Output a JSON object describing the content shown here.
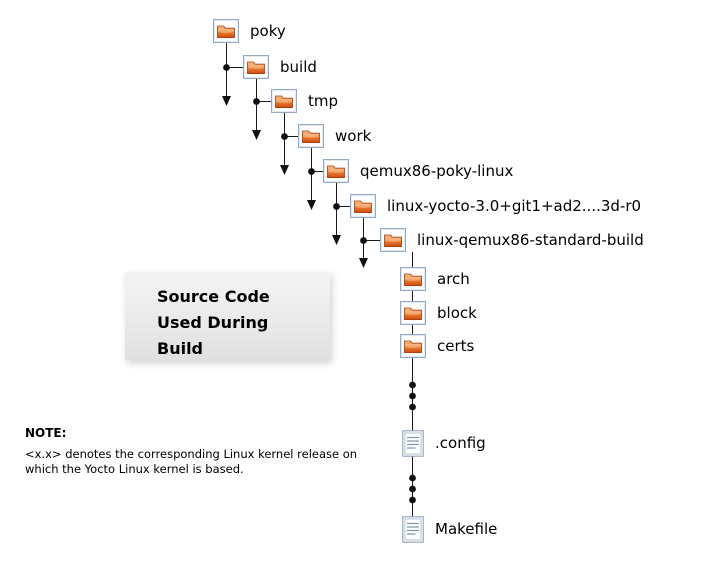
{
  "tree": {
    "nodes": [
      {
        "label": "poky",
        "type": "folder"
      },
      {
        "label": "build",
        "type": "folder"
      },
      {
        "label": "tmp",
        "type": "folder"
      },
      {
        "label": "work",
        "type": "folder"
      },
      {
        "label": "qemux86-poky-linux",
        "type": "folder"
      },
      {
        "label": "linux-yocto-3.0+git1+ad2....3d-r0",
        "type": "folder"
      },
      {
        "label": "linux-qemux86-standard-build",
        "type": "folder"
      },
      {
        "label": "arch",
        "type": "folder"
      },
      {
        "label": "block",
        "type": "folder"
      },
      {
        "label": "certs",
        "type": "folder"
      },
      {
        "label": ".config",
        "type": "file"
      },
      {
        "label": "Makefile",
        "type": "file"
      }
    ]
  },
  "callout": {
    "lines": [
      "Source Code",
      "Used During",
      "Build"
    ]
  },
  "note": {
    "title": "NOTE:",
    "line1": "<x.x> denotes the corresponding Linux kernel release on",
    "line2": "which the Yocto Linux kernel is based."
  },
  "icons": {
    "folder": "folder-icon",
    "file": "file-icon"
  },
  "colors": {
    "folder_orange": "#ef8632",
    "folder_dark": "#cf4a12",
    "icon_frame": "#93a8c4",
    "connector": "#1a1a1a",
    "callout_bg": "#ebebeb"
  }
}
